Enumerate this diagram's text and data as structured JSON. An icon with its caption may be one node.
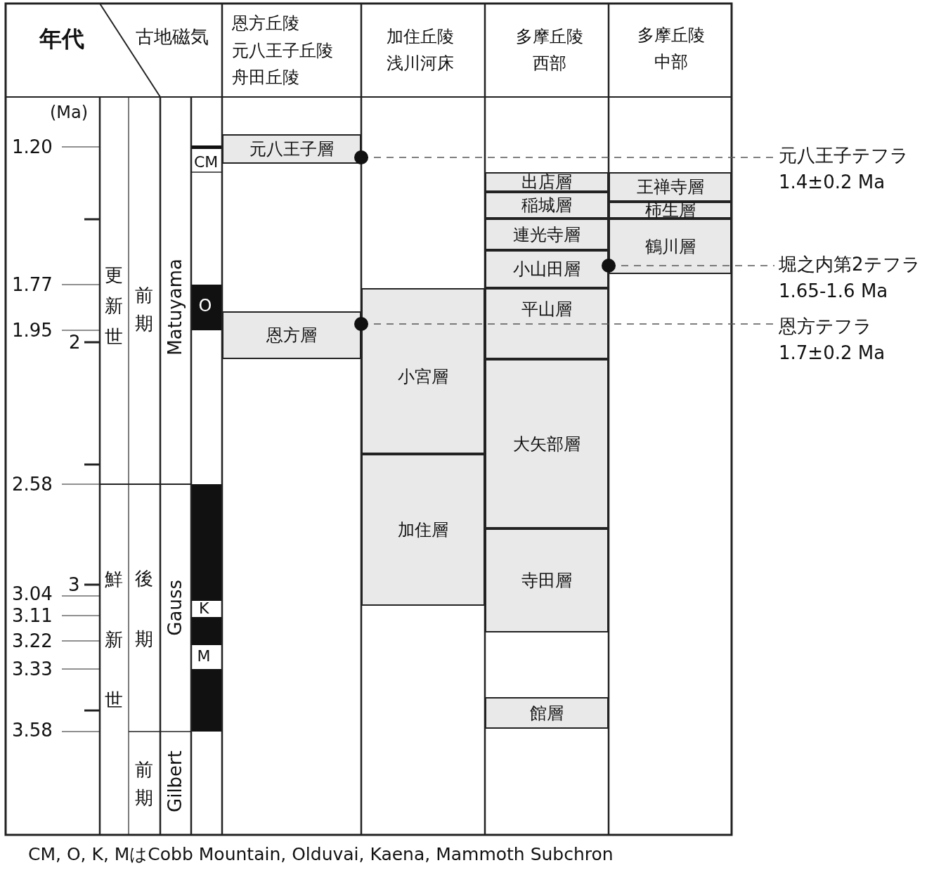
{
  "diagram": {
    "caption": "CM, O, K, MはCobb Mountain, Olduvai, Kaena, Mammoth Subchron",
    "nodes": [
      {
        "text": [
          "元八王子層"
        ]
      },
      {
        "text": [
          "恩方層"
        ]
      },
      {
        "text": [
          "小宮層"
        ]
      },
      {
        "text": [
          "加住層"
        ]
      },
      {
        "text": [
          "出店層"
        ]
      },
      {
        "text": [
          "稲城層"
        ]
      },
      {
        "text": [
          "連光寺層"
        ]
      },
      {
        "text": [
          "小山田層"
        ]
      },
      {
        "text": [
          "平山層"
        ]
      },
      {
        "text": [
          "大矢部層"
        ]
      },
      {
        "text": [
          "寺田層"
        ]
      },
      {
        "text": [
          "館層"
        ]
      },
      {
        "text": [
          "王禅寺層"
        ]
      },
      {
        "text": [
          "柿生層"
        ]
      },
      {
        "text": [
          "鶴川層"
        ]
      },
      {
        "text": [
          "元八王子テフラ",
          "1.4±0.2 Ma"
        ]
      },
      {
        "text": [
          "堀之内第2テフラ",
          "1.65-1.6 Ma"
        ]
      },
      {
        "text": [
          "恩方テフラ",
          "1.7±0.2 Ma"
        ]
      }
    ],
    "edges": [
      {
        "from": 0,
        "to": 15,
        "arrow": "other",
        "style": "dashed"
      },
      {
        "from": 7,
        "to": 16,
        "arrow": "other",
        "style": "dashed"
      },
      {
        "from": 1,
        "to": 17,
        "arrow": "other",
        "style": "dashed"
      }
    ],
    "labels": [
      "年代",
      "古地磁気",
      "恩方丘陵",
      "元八王子丘陵",
      "舟田丘陵",
      "加住丘陵",
      "浅川河床",
      "多摩丘陵西部",
      "多摩丘陵中部",
      "(Ma)",
      "1.20",
      "1.77",
      "1.95",
      "2",
      "2.58",
      "3",
      "3.04",
      "3.11",
      "3.22",
      "3.33",
      "3.58",
      "更新世",
      "前期",
      "Matuyama",
      "CM",
      "O",
      "鮮新世",
      "後期",
      "Gauss",
      "K",
      "M",
      "前期",
      "Gilbert"
    ]
  }
}
